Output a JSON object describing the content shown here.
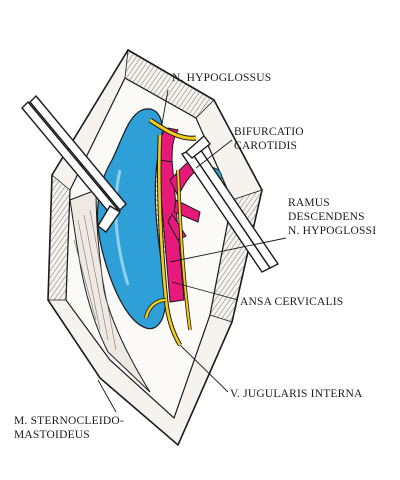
{
  "labels": {
    "hypoglossus": "N. HYPOGLOSSUS",
    "bifurcatio": [
      "BIFURCATIO",
      "CAROTIDIS"
    ],
    "ramus": [
      "RAMUS",
      "DESCENDENS",
      "N. HYPOGLOSSI"
    ],
    "ansa": "ANSA CERVICALIS",
    "jugularis": "V. JUGULARIS INTERNA",
    "sternocleido": [
      "M. STERNOCLEIDO-",
      "MASTOIDEUS"
    ]
  },
  "colors": {
    "vein": "#2f9fd8",
    "artery": "#e8197a",
    "nerve": "#f2cd1c",
    "outline": "#1a1a1a",
    "tissue": "#f6f3ee"
  }
}
